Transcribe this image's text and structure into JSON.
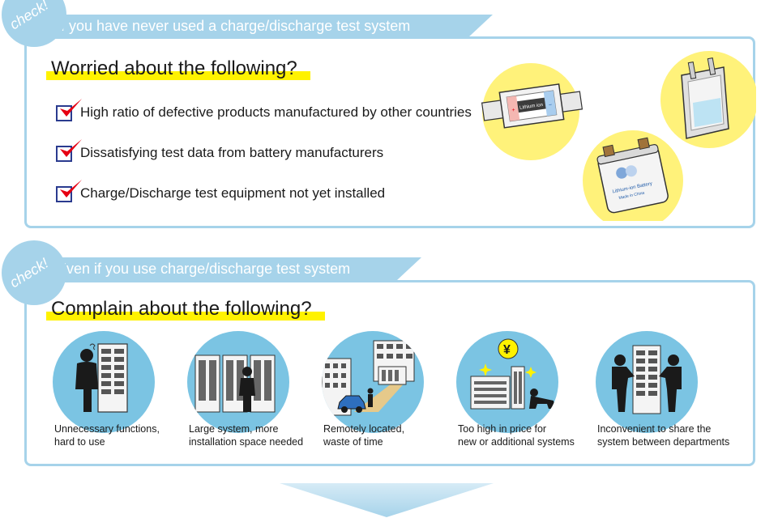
{
  "section1": {
    "badge": "check!",
    "tab_title": "If you have never used a charge/discharge test system",
    "heading": "Worried about the following?",
    "items": [
      "High ratio of defective products manufactured by other countries",
      "Dissatisfying test data from battery manufacturers",
      "Charge/Discharge test equipment not yet installed"
    ],
    "illustration_labels": {
      "pouch_cell": "Lithium ion",
      "can_cell_line1": "Lithium-ion Battery",
      "can_cell_line2": "Made in China"
    }
  },
  "section2": {
    "badge": "check!",
    "tab_title": "Even if you use charge/discharge test system",
    "heading": "Complain about the following?",
    "issues": [
      {
        "line1": "Unnecessary functions,",
        "line2": "hard to use",
        "icon": "confused-person-icon"
      },
      {
        "line1": "Large system, more",
        "line2": "installation space needed",
        "icon": "large-system-icon"
      },
      {
        "line1": "Remotely located,",
        "line2": "waste of time",
        "icon": "remote-location-icon"
      },
      {
        "line1": "Too high in price for",
        "line2": "new or additional systems",
        "icon": "high-price-icon",
        "price_symbol": "¥"
      },
      {
        "line1": "Inconvenient to share the",
        "line2": "system between departments",
        "icon": "sharing-conflict-icon"
      }
    ]
  },
  "colors": {
    "accent_blue": "#a6d3ea",
    "circle_blue": "#7bc4e3",
    "highlight_yellow": "#fff200",
    "check_red": "#e60012",
    "box_navy": "#2a3b8f"
  }
}
